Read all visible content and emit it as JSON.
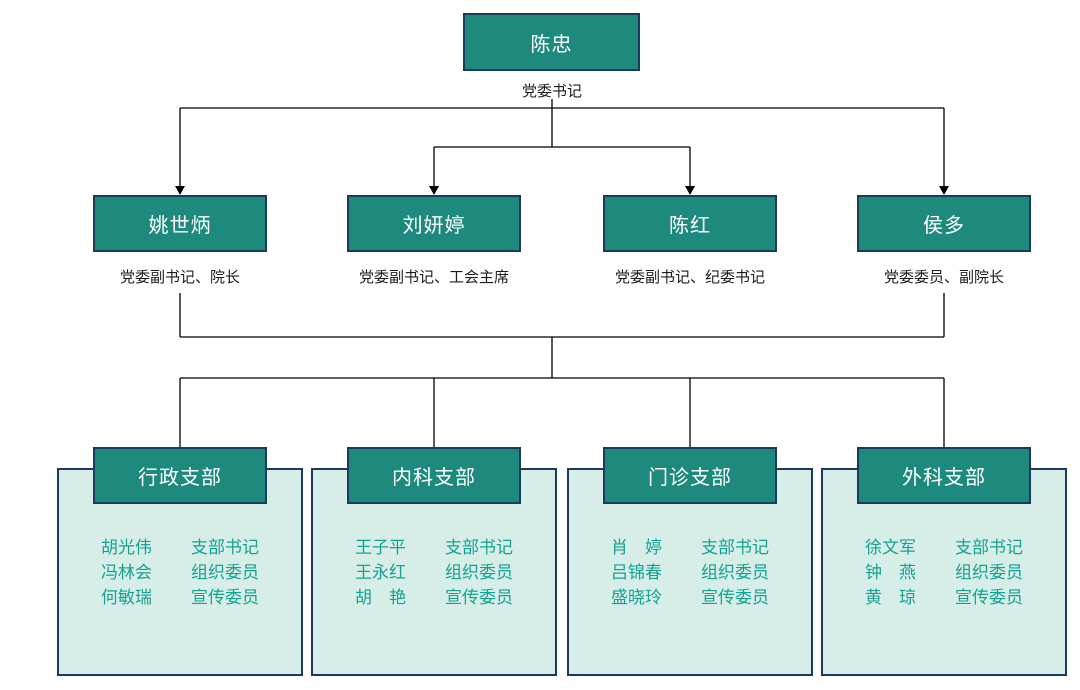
{
  "root": {
    "name": "陈忠",
    "title": "党委书记"
  },
  "leaders": [
    {
      "name": "姚世炳",
      "title": "党委副书记、院长"
    },
    {
      "name": "刘妍婷",
      "title": "党委副书记、工会主席"
    },
    {
      "name": "陈红",
      "title": "党委副书记、纪委书记"
    },
    {
      "name": "侯多",
      "title": "党委委员、副院长"
    }
  ],
  "departments": [
    {
      "name": "行政支部",
      "members": [
        {
          "name": "胡光伟",
          "role": "支部书记"
        },
        {
          "name": "冯林会",
          "role": "组织委员"
        },
        {
          "name": "何敏瑞",
          "role": "宣传委员"
        }
      ]
    },
    {
      "name": "内科支部",
      "members": [
        {
          "name": "王子平",
          "role": "支部书记"
        },
        {
          "name": "王永红",
          "role": "组织委员"
        },
        {
          "name": "胡　艳",
          "role": "宣传委员"
        }
      ]
    },
    {
      "name": "门诊支部",
      "members": [
        {
          "name": "肖　婷",
          "role": "支部书记"
        },
        {
          "name": "吕锦春",
          "role": "组织委员"
        },
        {
          "name": "盛晓玲",
          "role": "宣传委员"
        }
      ]
    },
    {
      "name": "外科支部",
      "members": [
        {
          "name": "徐文军",
          "role": "支部书记"
        },
        {
          "name": "钟　燕",
          "role": "组织委员"
        },
        {
          "name": "黄　琼",
          "role": "宣传委员"
        }
      ]
    }
  ],
  "colors": {
    "node_fill": "#1e8a7d",
    "node_border": "#1b3a5c",
    "panel_fill": "#d6eee7",
    "panel_border": "#1b3a5c",
    "member_text": "#16a293",
    "connector": "#000000"
  }
}
